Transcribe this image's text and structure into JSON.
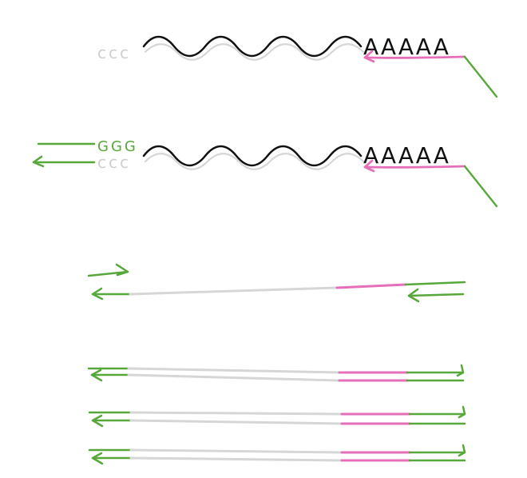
{
  "colors": {
    "background": "#ffffff",
    "mrna": "#111111",
    "cap": "#cfcfcf",
    "strand": "#d6d6d6",
    "primer": "#e56fb8",
    "adapter": "#57a83a"
  },
  "diagram": {
    "step1": {
      "cap_label": "ccc",
      "polyA_label": "AAAAA"
    },
    "step2": {
      "template_switch_label": "GGG",
      "cap_label": "ccc",
      "polyA_label": "AAAAA"
    },
    "step3": {},
    "step4": {
      "copies": 3
    }
  }
}
